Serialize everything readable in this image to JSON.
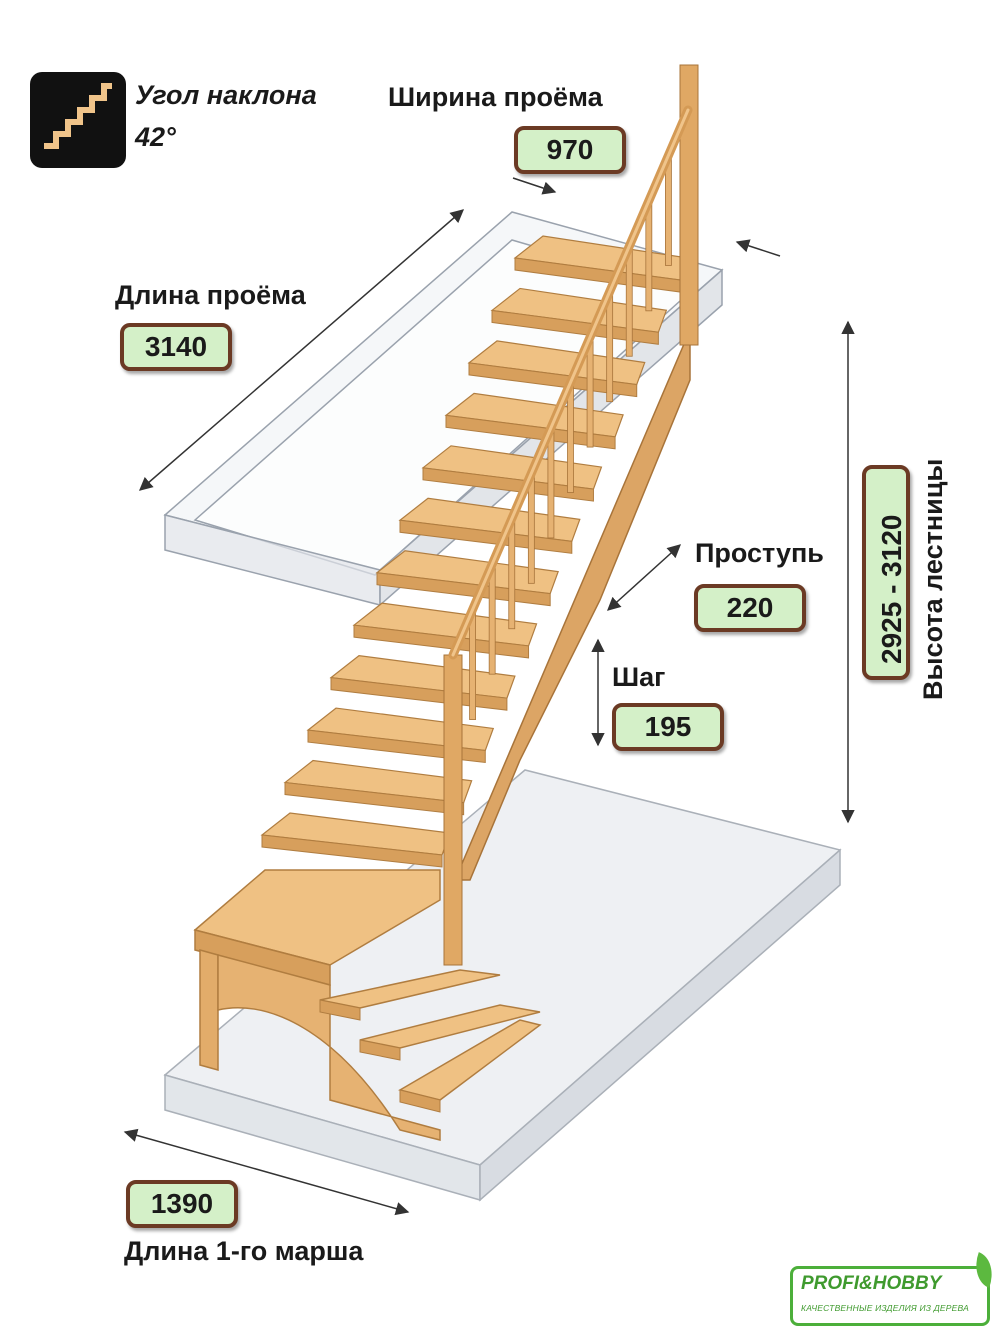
{
  "angle": {
    "label": "Угол наклона",
    "value": "42°"
  },
  "opening_width": {
    "label": "Ширина проёма",
    "value": "970"
  },
  "opening_length": {
    "label": "Длина проёма",
    "value": "3140"
  },
  "tread": {
    "label": "Проступь",
    "value": "220"
  },
  "step": {
    "label": "Шаг",
    "value": "195"
  },
  "height": {
    "label": "Высота лестницы",
    "value": "2925 - 3120"
  },
  "first_flight": {
    "label": "Длина 1-го марша",
    "value": "1390"
  },
  "logo": {
    "brand": "PROFI&HOBBY",
    "tagline": "КАЧЕСТВЕННЫЕ ИЗДЕЛИЯ ИЗ ДЕРЕВА"
  },
  "colors": {
    "wood": "#e9b877",
    "wood_dark": "#c98f4a",
    "value_box_fill": "#d4f0c8",
    "value_box_border": "#6b3a24",
    "ghost": "#dfe3e8",
    "logo_green": "#4caf3a"
  },
  "icons": {
    "stairs": "stairs-icon"
  }
}
